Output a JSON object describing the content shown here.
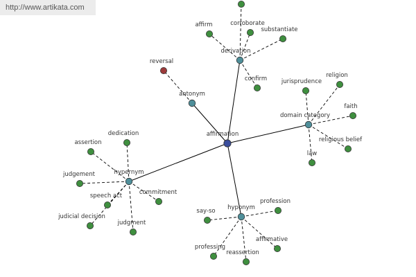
{
  "watermark": "http://www.artikata.com",
  "colors": {
    "root": "#3a4d9c",
    "category": "#4f8f9a",
    "leaf": "#3f8f3f",
    "antonym_leaf": "#9c3a3a",
    "edge": "#000000"
  },
  "root": {
    "id": "affirmation",
    "label": "affirmation"
  },
  "categories": [
    {
      "id": "derivation",
      "label": "derivation",
      "leaves": [
        "",
        "affirm",
        "corroborate",
        "substantiate",
        "confirm"
      ]
    },
    {
      "id": "antonym",
      "label": "antonym",
      "leaves": [
        "reversal"
      ]
    },
    {
      "id": "domain-category",
      "label": "domain category",
      "leaves": [
        "jurisprudence",
        "religion",
        "faith",
        "religious belief",
        "law"
      ]
    },
    {
      "id": "hypernym",
      "label": "hypernym",
      "leaves": [
        "assertion",
        "dedication",
        "judgement",
        "speech act",
        "commitment",
        "judicial decision",
        "judgment"
      ]
    },
    {
      "id": "hyponym",
      "label": "hyponym",
      "leaves": [
        "say-so",
        "profession",
        "professing",
        "reassertion",
        "affirmative"
      ]
    }
  ]
}
